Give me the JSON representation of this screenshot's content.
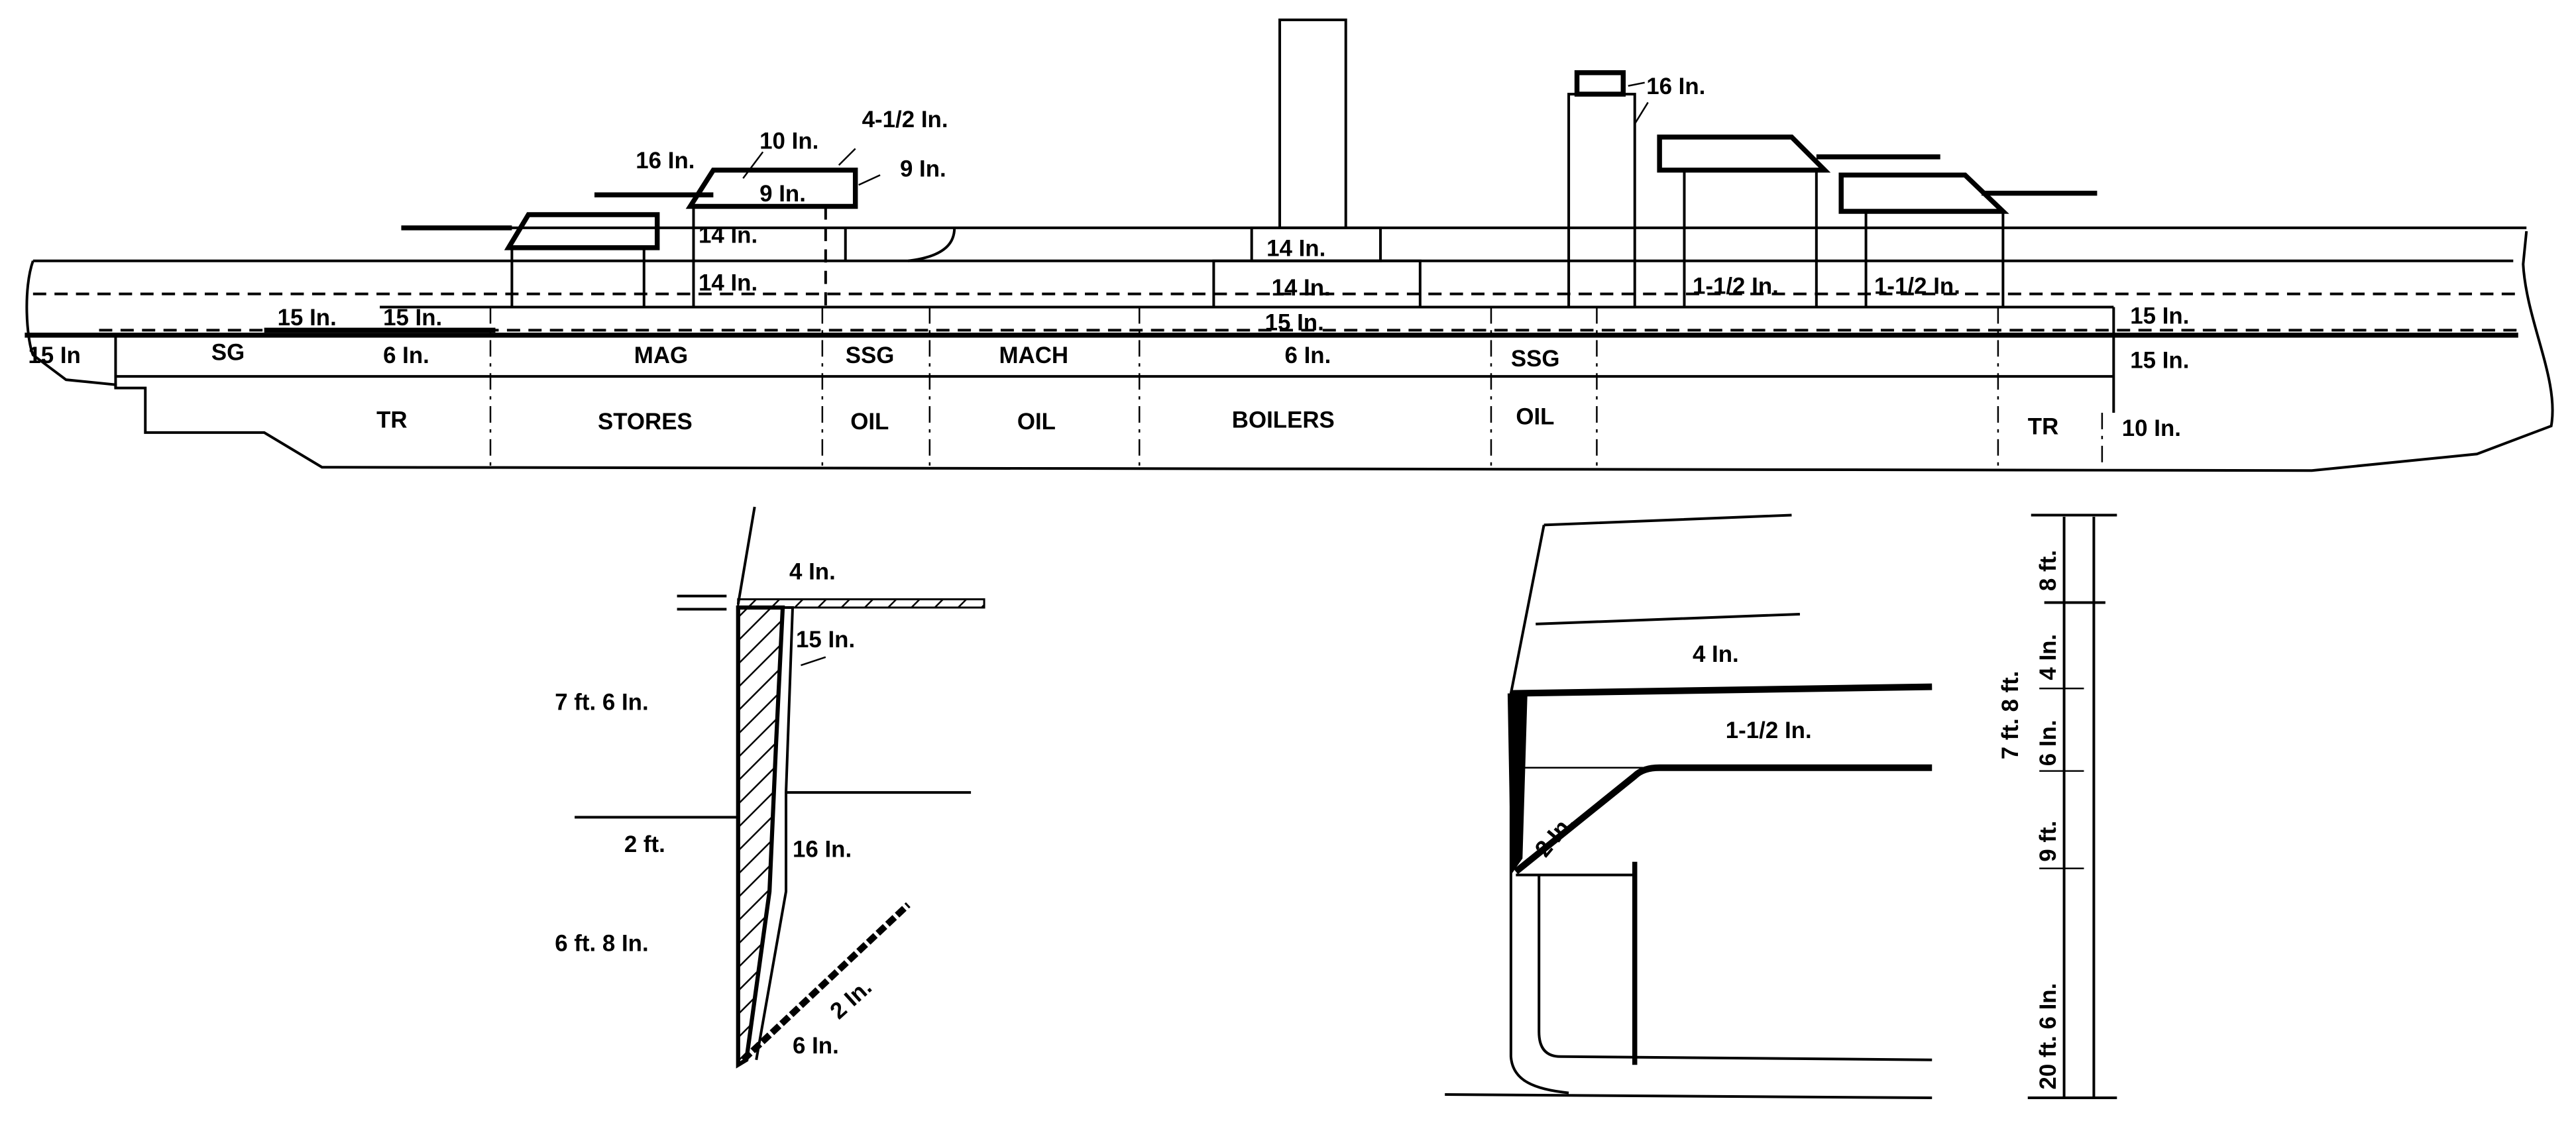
{
  "profile": {
    "bow_belt": "15 In",
    "labels_belt": [
      "SG",
      "6 In.",
      "MAG",
      "SSG",
      "MACH",
      "6 In.",
      "SSG"
    ],
    "labels_hold": [
      "TR",
      "STORES",
      "OIL",
      "OIL",
      "BOILERS",
      "OIL",
      "TR"
    ],
    "upper_belt": [
      "15 In.",
      "15 In.",
      "15 In."
    ],
    "stern": [
      "15 In.",
      "15 In.",
      "10 In."
    ],
    "barbette": [
      "14 In.",
      "14 In."
    ],
    "turret": {
      "face": "16 In.",
      "side": "10 In.",
      "top": "4-1/2 In.",
      "rear": "9 In.",
      "barbette_top": "9 In."
    },
    "conning": [
      "14 In.",
      "14 In."
    ],
    "tower": "16 In.",
    "aft_barbettes": [
      "1-1/2 In.",
      "1-1/2 In."
    ]
  },
  "section_left": {
    "deck": "4 In.",
    "belt_top": "15 In.",
    "above": "7 ft. 6 In.",
    "waterline": "2 ft.",
    "belt_mid": "16 In.",
    "below": "6 ft. 8 In.",
    "slope": "2 In.",
    "belt_bottom": "6 In."
  },
  "section_right": {
    "deck_upper": "4 In.",
    "deck_lower": "1-1/2 In.",
    "slope": "2 In.",
    "dims_outer": [
      "7 ft. 8 ft.",
      "20 ft. 6 In."
    ],
    "dims_inner": [
      "8 ft.",
      "4 In.",
      "6 In.",
      "9 ft."
    ]
  }
}
